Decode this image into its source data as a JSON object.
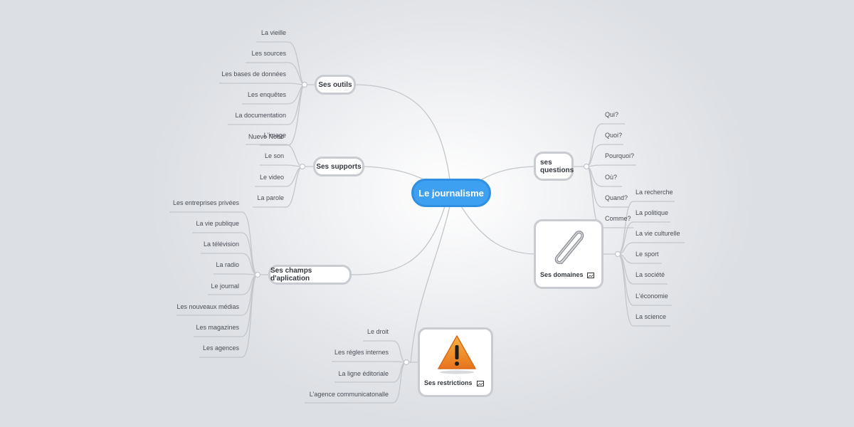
{
  "root": {
    "label": "Le journalisme"
  },
  "branches": {
    "outils": {
      "label": "Ses outils",
      "items": [
        "La vieille",
        "Les sources",
        "Les bases de données",
        "Les enquêtes",
        "La documentation",
        "L'image"
      ]
    },
    "supports": {
      "label": "Ses supports",
      "items": [
        "Nuevo Nodo",
        "Le son",
        "Le video",
        "La parole"
      ]
    },
    "champs": {
      "label": "Ses champs d'aplication",
      "items": [
        "Les entreprises privées",
        "La vie publique",
        "La télévision",
        "La radio",
        "Le journal",
        "Les nouveaux médias",
        "Les magazines",
        "Les agences"
      ]
    },
    "restrictions": {
      "label": "Ses restrictions",
      "icon": "warning-icon",
      "items": [
        "Le droit",
        "Les régles internes",
        "La ligne éditoriale",
        "L'agence communicatonalle"
      ]
    },
    "questions": {
      "label": "ses questions",
      "items": [
        "Qui?",
        "Quoi?",
        "Pourquoi?",
        "Où?",
        "Quand?",
        "Comme?"
      ]
    },
    "domaines": {
      "label": "Ses domaines",
      "icon": "paperclip-icon",
      "items": [
        "La recherche",
        "La politique",
        "La vie culturelle",
        "Le sport",
        "La société",
        "L'économie",
        "La science"
      ]
    }
  },
  "colors": {
    "root": "#3ea0f0",
    "line": "#c3c6cb",
    "node_border": "#c8cbd0"
  }
}
